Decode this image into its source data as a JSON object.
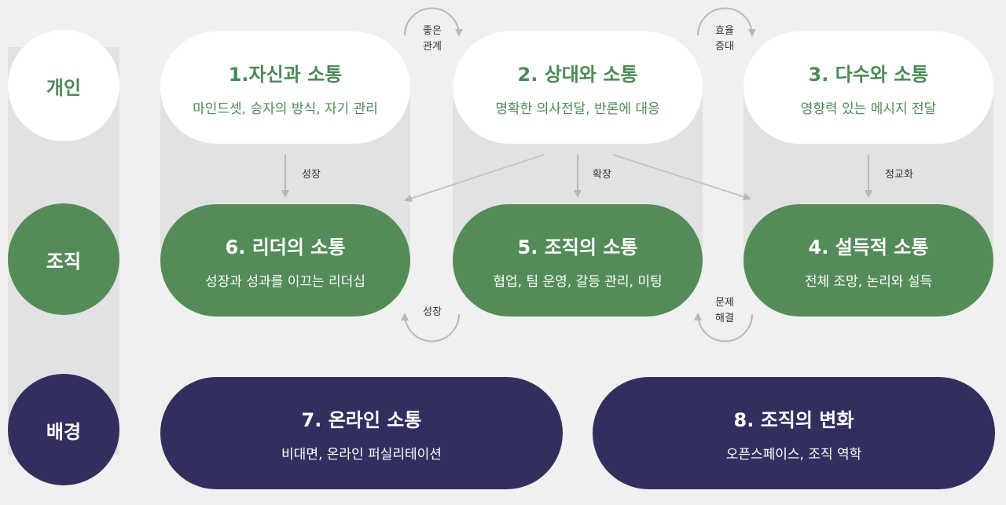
{
  "rows": {
    "individual": "개인",
    "organization": "조직",
    "background": "배경"
  },
  "nodes": {
    "n1": {
      "title": "1.자신과 소통",
      "subtitle": "마인드셋, 승자의 방식, 자기 관리"
    },
    "n2": {
      "title": "2. 상대와 소통",
      "subtitle": "명확한 의사전달, 반론에 대응"
    },
    "n3": {
      "title": "3. 다수와 소통",
      "subtitle": "영향력 있는 메시지 전달"
    },
    "n4": {
      "title": "4. 설득적 소통",
      "subtitle": "전체 조망, 논리와 설득"
    },
    "n5": {
      "title": "5. 조직의 소통",
      "subtitle": "협업, 팀 운영, 갈등 관리, 미팅"
    },
    "n6": {
      "title": "6. 리더의 소통",
      "subtitle": "성장과 성과를 이끄는 리더십"
    },
    "n7": {
      "title": "7. 온라인 소통",
      "subtitle": "비대면, 온라인  퍼실리테이션"
    },
    "n8": {
      "title": "8. 조직의 변화",
      "subtitle": "오픈스페이스, 조직 역학"
    }
  },
  "connectors": {
    "good_relation": "좋은\n관계",
    "efficiency": "효율\n증대",
    "growth_down": "성장",
    "expand": "확장",
    "refine": "정교화",
    "growth_loop": "성장",
    "problem_solving": "문제\n해결"
  },
  "colors": {
    "green": "#548c59",
    "navy": "#322f60",
    "white": "#ffffff",
    "band": "#e2e2e2",
    "arrow": "#b8b8b8"
  }
}
